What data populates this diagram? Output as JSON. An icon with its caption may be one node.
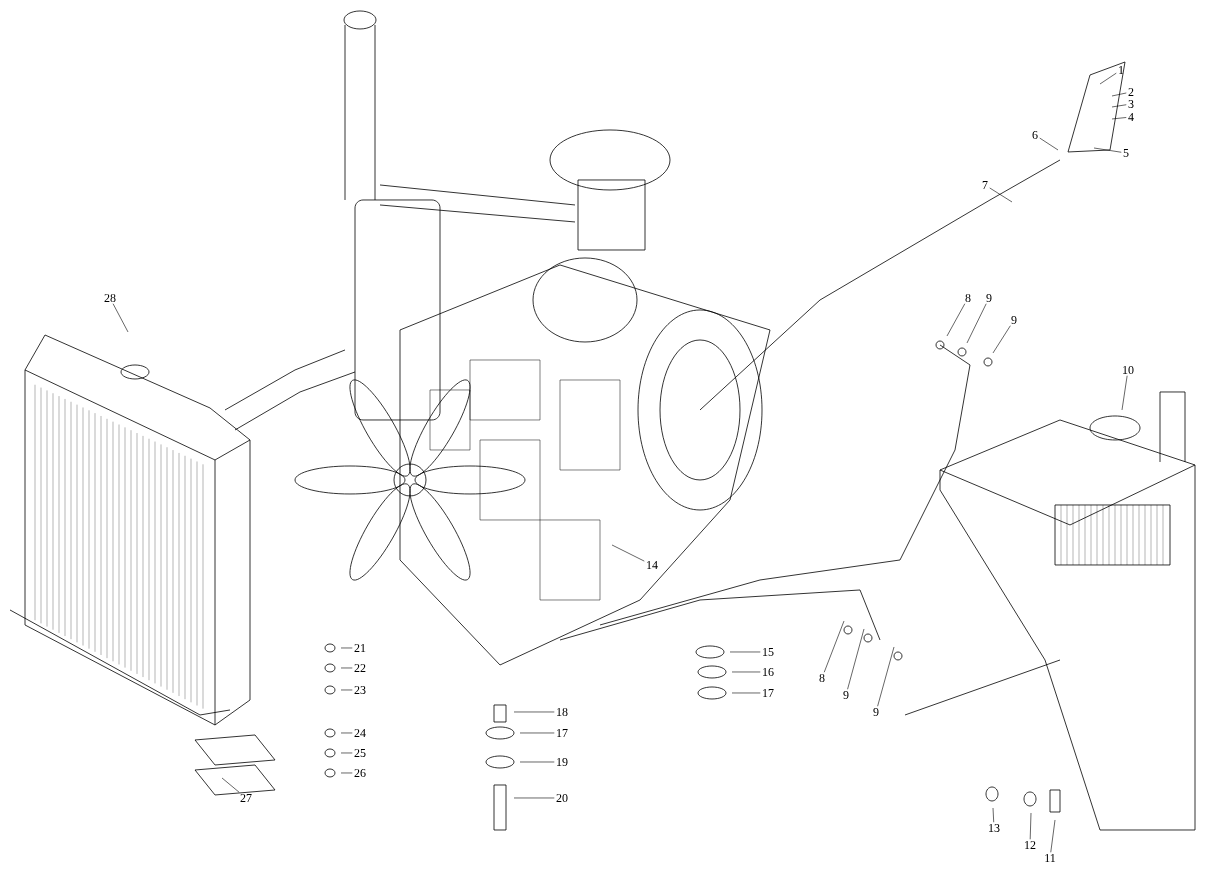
{
  "diagram": {
    "nodes": [
      {
        "text": [
          "1"
        ]
      },
      {
        "text": [
          "2"
        ]
      },
      {
        "text": [
          "3"
        ]
      },
      {
        "text": [
          "4"
        ]
      },
      {
        "text": [
          "6"
        ]
      },
      {
        "text": [
          "5"
        ]
      },
      {
        "text": [
          "7"
        ]
      },
      {
        "text": [
          "28"
        ]
      },
      {
        "text": [
          "8"
        ]
      },
      {
        "text": [
          "9"
        ]
      },
      {
        "text": [
          "9"
        ]
      },
      {
        "text": [
          "10"
        ]
      },
      {
        "text": [
          "14"
        ]
      },
      {
        "text": [
          "21"
        ]
      },
      {
        "text": [
          "15"
        ]
      },
      {
        "text": [
          "22"
        ]
      },
      {
        "text": [
          "16"
        ]
      },
      {
        "text": [
          "23"
        ]
      },
      {
        "text": [
          "17"
        ]
      },
      {
        "text": [
          "8"
        ]
      },
      {
        "text": [
          "9"
        ]
      },
      {
        "text": [
          "9"
        ]
      },
      {
        "text": [
          "18"
        ]
      },
      {
        "text": [
          "24"
        ]
      },
      {
        "text": [
          "17"
        ]
      },
      {
        "text": [
          "25"
        ]
      },
      {
        "text": [
          "19"
        ]
      },
      {
        "text": [
          "26"
        ]
      },
      {
        "text": [
          "27"
        ]
      },
      {
        "text": [
          "20"
        ]
      },
      {
        "text": [
          "13"
        ]
      },
      {
        "text": [
          "12"
        ]
      },
      {
        "text": [
          "11"
        ]
      }
    ],
    "edges": [
      {
        "from": 0,
        "to": null,
        "arrow": "none"
      },
      {
        "from": 1,
        "to": null,
        "arrow": "none"
      },
      {
        "from": 2,
        "to": null,
        "arrow": "none"
      },
      {
        "from": 3,
        "to": null,
        "arrow": "none"
      },
      {
        "from": 4,
        "to": null,
        "arrow": "none"
      },
      {
        "from": 5,
        "to": null,
        "arrow": "none"
      },
      {
        "from": 6,
        "to": null,
        "arrow": "none"
      },
      {
        "from": 7,
        "to": null,
        "arrow": "none"
      },
      {
        "from": 8,
        "to": null,
        "arrow": "none"
      },
      {
        "from": 9,
        "to": null,
        "arrow": "none"
      },
      {
        "from": 10,
        "to": null,
        "arrow": "none"
      },
      {
        "from": 11,
        "to": null,
        "arrow": "none"
      },
      {
        "from": 12,
        "to": null,
        "arrow": "none"
      },
      {
        "from": 13,
        "to": null,
        "arrow": "none"
      },
      {
        "from": 14,
        "to": null,
        "arrow": "none"
      },
      {
        "from": 15,
        "to": null,
        "arrow": "none"
      },
      {
        "from": 16,
        "to": null,
        "arrow": "none"
      },
      {
        "from": 17,
        "to": null,
        "arrow": "none"
      },
      {
        "from": 18,
        "to": null,
        "arrow": "none"
      },
      {
        "from": 19,
        "to": null,
        "arrow": "none"
      },
      {
        "from": 20,
        "to": null,
        "arrow": "none"
      },
      {
        "from": 21,
        "to": null,
        "arrow": "none"
      },
      {
        "from": 22,
        "to": null,
        "arrow": "none"
      },
      {
        "from": 23,
        "to": null,
        "arrow": "none"
      },
      {
        "from": 24,
        "to": null,
        "arrow": "none"
      },
      {
        "from": 25,
        "to": null,
        "arrow": "none"
      },
      {
        "from": 26,
        "to": null,
        "arrow": "none"
      },
      {
        "from": 27,
        "to": null,
        "arrow": "none"
      },
      {
        "from": 28,
        "to": null,
        "arrow": "none"
      },
      {
        "from": 29,
        "to": null,
        "arrow": "none"
      },
      {
        "from": 30,
        "to": null,
        "arrow": "none"
      },
      {
        "from": 31,
        "to": null,
        "arrow": "none"
      },
      {
        "from": 32,
        "to": null,
        "arrow": "none"
      }
    ]
  }
}
